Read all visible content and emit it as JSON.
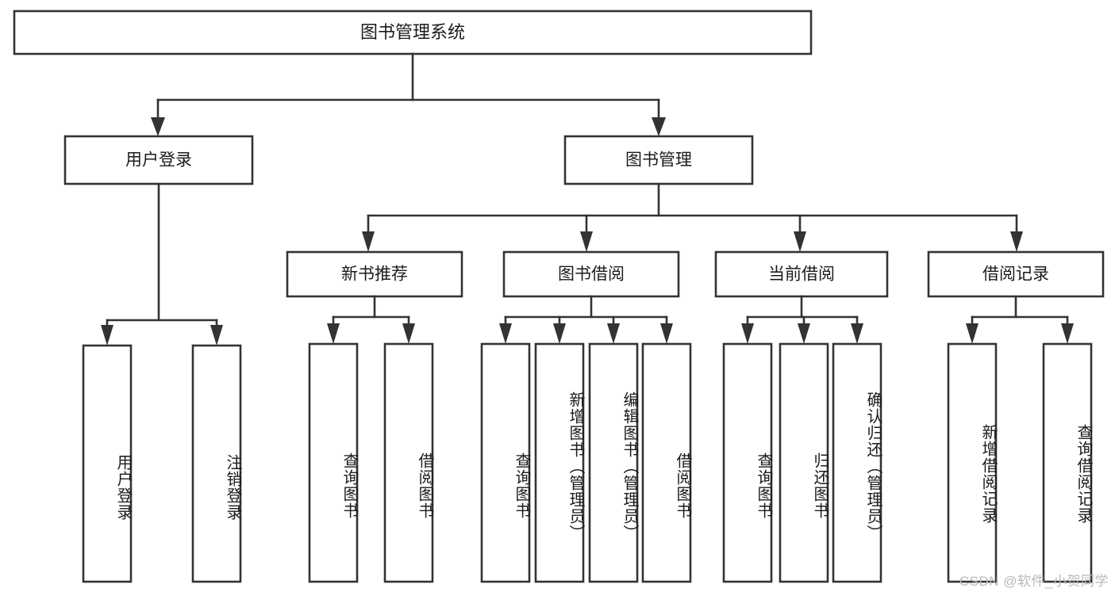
{
  "diagram": {
    "type": "tree",
    "title": "图书管理系统",
    "root": {
      "id": "root",
      "label": "图书管理系统"
    },
    "level2": [
      {
        "id": "user-login",
        "label": "用户登录"
      },
      {
        "id": "book-manage",
        "label": "图书管理"
      }
    ],
    "level3": [
      {
        "id": "new-book-recommend",
        "label": "新书推荐",
        "parent": "book-manage"
      },
      {
        "id": "book-borrow",
        "label": "图书借阅",
        "parent": "book-manage"
      },
      {
        "id": "current-borrow",
        "label": "当前借阅",
        "parent": "book-manage"
      },
      {
        "id": "borrow-record",
        "label": "借阅记录",
        "parent": "book-manage"
      }
    ],
    "leaves": {
      "user_login": [
        {
          "id": "leaf-user-login",
          "label": "用户登录"
        },
        {
          "id": "leaf-logout-login",
          "label": "注销登录"
        }
      ],
      "new_book_recommend": [
        {
          "id": "leaf-query-book-1",
          "label": "查询图书"
        },
        {
          "id": "leaf-borrow-book-1",
          "label": "借阅图书"
        }
      ],
      "book_borrow": [
        {
          "id": "leaf-query-book-2",
          "label": "查询图书"
        },
        {
          "id": "leaf-add-book",
          "label": "新增图书（管理员）"
        },
        {
          "id": "leaf-edit-book",
          "label": "编辑图书（管理员）"
        },
        {
          "id": "leaf-borrow-book-2",
          "label": "借阅图书"
        }
      ],
      "current_borrow": [
        {
          "id": "leaf-query-book-3",
          "label": "查询图书"
        },
        {
          "id": "leaf-return-book",
          "label": "归还图书"
        },
        {
          "id": "leaf-confirm-return",
          "label": "确认归还（管理员）"
        }
      ],
      "borrow_record": [
        {
          "id": "leaf-add-record",
          "label": "新增借阅记录"
        },
        {
          "id": "leaf-query-record",
          "label": "查询借阅记录"
        }
      ]
    }
  },
  "watermark": {
    "text": "CSDN @软件_小贺同学"
  },
  "colors": {
    "stroke": "#333333",
    "box_fill": "#ffffff",
    "text": "#1b1b1b",
    "watermark": "#b9b9b9",
    "background": "#ffffff"
  }
}
